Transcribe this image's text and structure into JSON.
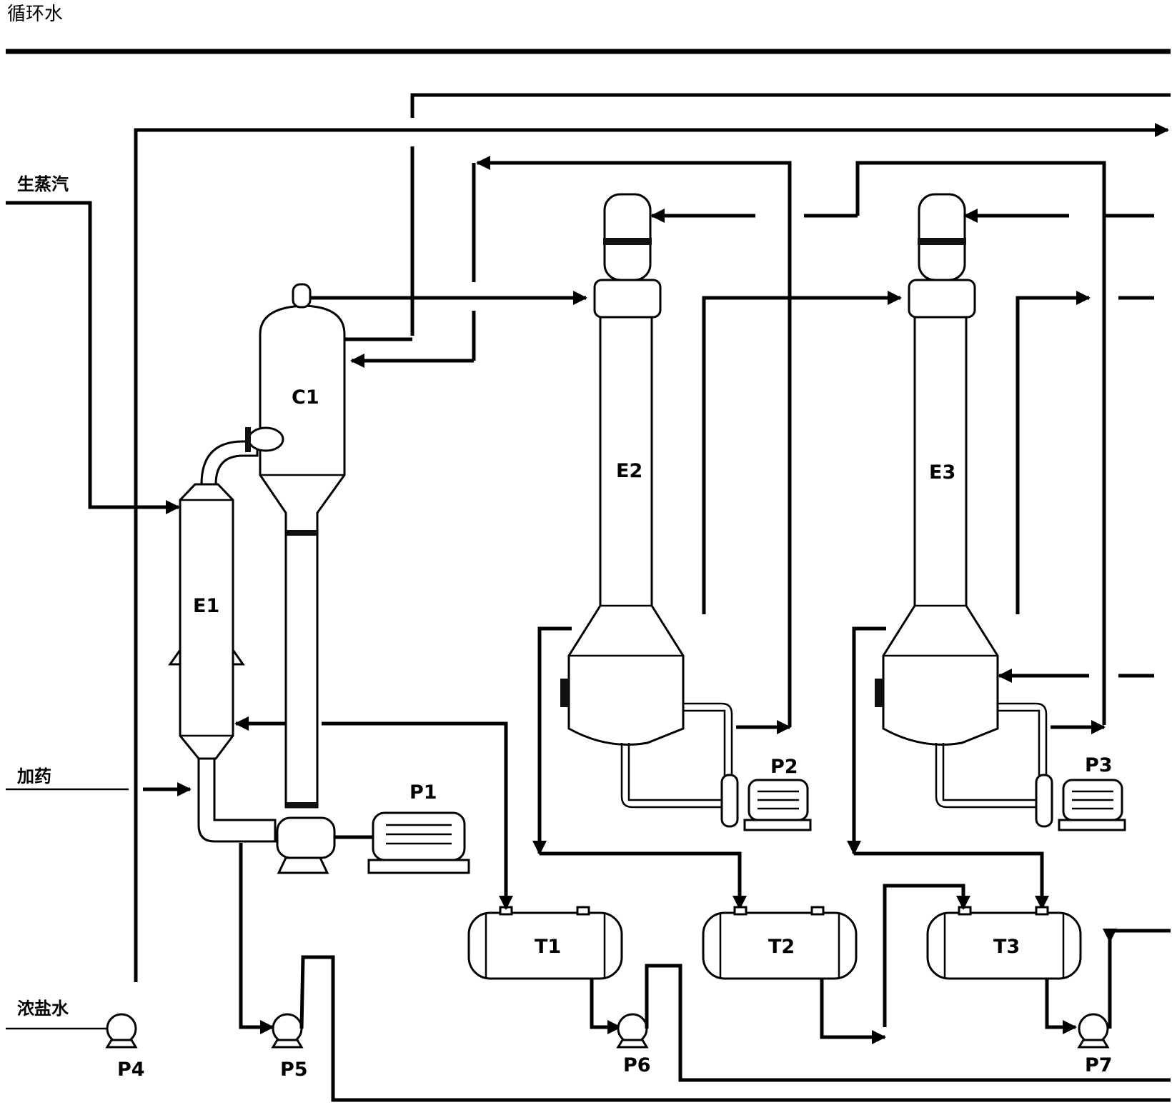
{
  "title": "循环水",
  "streams": {
    "steam": "生蒸汽",
    "dosing": "加药",
    "brine": "浓盐水"
  },
  "equipment": {
    "C1": "C1",
    "E1": "E1",
    "E2": "E2",
    "E3": "E3",
    "T1": "T1",
    "T2": "T2",
    "T3": "T3",
    "P1": "P1",
    "P2": "P2",
    "P3": "P3",
    "P4": "P4",
    "P5": "P5",
    "P6": "P6",
    "P7": "P7"
  }
}
